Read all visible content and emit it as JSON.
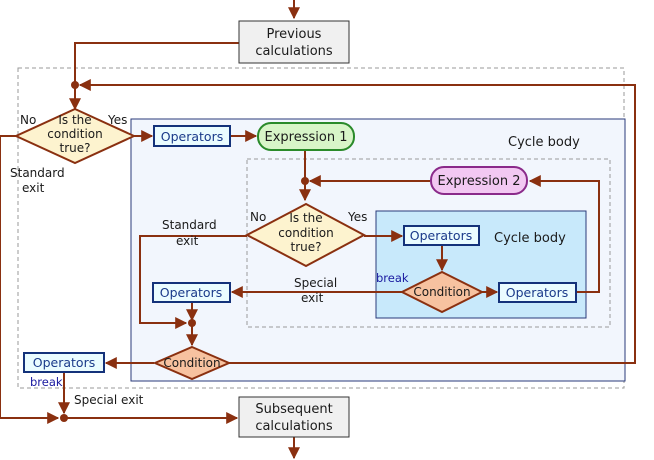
{
  "blocks": {
    "previous": [
      "Previous",
      "calculations"
    ],
    "subsequent": [
      "Subsequent",
      "calculations"
    ],
    "expression1": "Expression 1",
    "expression2": "Expression 2",
    "operators": "Operators",
    "condition": "Condition",
    "decision": [
      "Is the",
      "condition",
      "true?"
    ]
  },
  "labels": {
    "no": "No",
    "yes": "Yes",
    "cycle_body": "Cycle body",
    "standard_exit": [
      "Standard",
      "exit"
    ],
    "special_exit": [
      "Special",
      "exit"
    ],
    "special_exit_line": "Special exit",
    "break": "break"
  },
  "colors": {
    "line": "#8a3010",
    "operators_border": "#14327a",
    "expression1_fill": "#d8f5c8",
    "expression2_fill": "#f2c8f2",
    "decision_fill": "#fdf3cf",
    "condition_fill": "#f7c2a0"
  }
}
